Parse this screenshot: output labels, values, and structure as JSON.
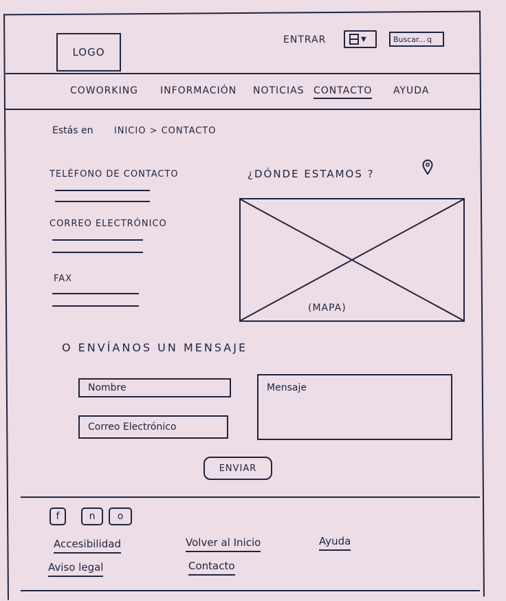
{
  "header": {
    "logo": "LOGO",
    "lang_label": "ENTRAR",
    "search_placeholder": "Buscar...",
    "search_icon": "q"
  },
  "nav": {
    "items": [
      "COWORKING",
      "INFORMACIÓN",
      "NOTICIAS",
      "CONTACTO",
      "AYUDA"
    ],
    "active": "CONTACTO"
  },
  "breadcrumb": {
    "prefix": "Estás en",
    "path": "INICIO > CONTACTO"
  },
  "contact": {
    "phone_label": "TELÉFONO DE CONTACTO",
    "email_label": "CORREO ELECTRÓNICO",
    "fax_label": "FAX"
  },
  "map": {
    "title": "¿DÓNDE ESTAMOS ?",
    "placeholder": "(MAPA)",
    "pin_icon": "location-pin-icon"
  },
  "form": {
    "title": "O ENVÍANOS UN MENSAJE",
    "name_placeholder": "Nombre",
    "email_placeholder": "Correo Electrónico",
    "message_placeholder": "Mensaje",
    "submit_label": "ENVIAR"
  },
  "footer": {
    "social": [
      "f",
      "n",
      "o"
    ],
    "social_icons": [
      "facebook-icon",
      "social-icon",
      "instagram-icon"
    ],
    "links": {
      "accessibility": "Accesibilidad",
      "legal": "Aviso legal",
      "home": "Volver al Inicio",
      "contact": "Contacto",
      "help": "Ayuda"
    }
  },
  "colors": {
    "paper": "#ecdde6",
    "ink": "#1f2440"
  }
}
